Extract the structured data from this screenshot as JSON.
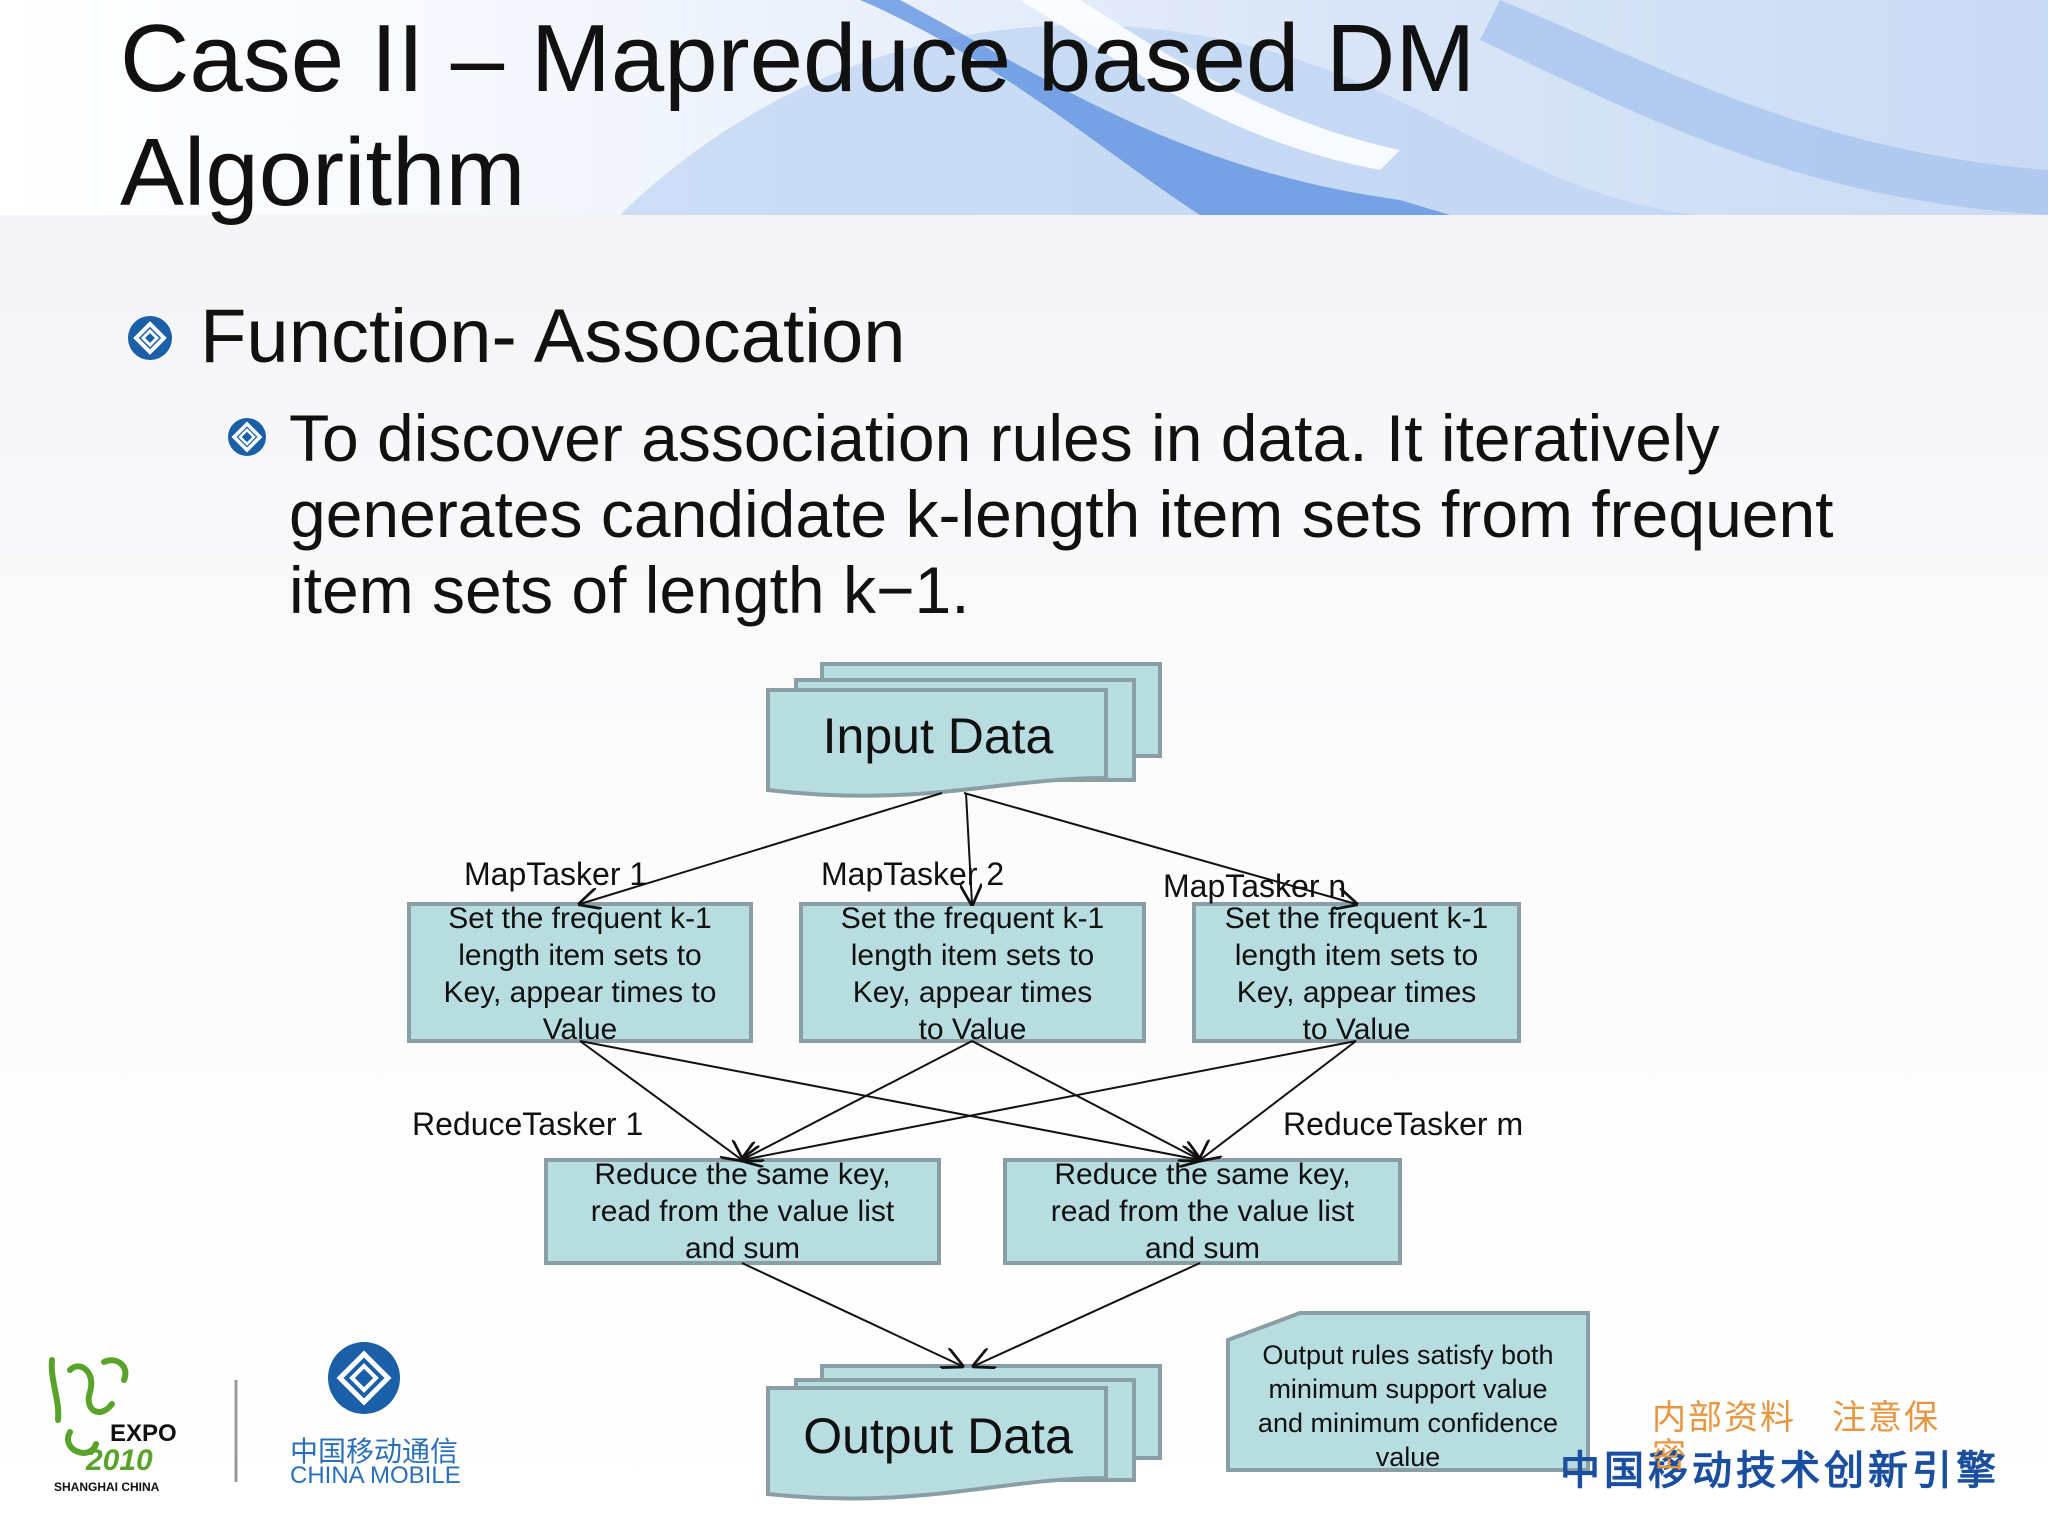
{
  "slide": {
    "title_line1": "Case II – Mapreduce based DM",
    "title_line2": "Algorithm",
    "bullet1": "Function- Assocation",
    "bullet2_line1": "To discover association rules in data. It iteratively",
    "bullet2_line2": "generates candidate k-length item sets from frequent",
    "bullet2_line3": "item sets of length k−1."
  },
  "diagram": {
    "input": "Input Data",
    "output": "Output Data",
    "map_labels": [
      "MapTasker 1",
      "MapTasker 2",
      "MapTasker n"
    ],
    "map_text": {
      "m1": [
        "Set the frequent k-1",
        "length item sets to",
        "Key,  appear times to",
        "Value"
      ],
      "m2": [
        "Set the frequent k-1",
        "length item sets to",
        "Key,  appear times",
        "to Value"
      ],
      "m3": [
        "Set the frequent k-1",
        "length item sets to",
        "Key,  appear times",
        "to Value"
      ]
    },
    "reduce_labels": [
      "ReduceTasker 1",
      "ReduceTasker m"
    ],
    "reduce_text": [
      "Reduce the same key,",
      "read from the value list",
      "and sum"
    ],
    "note": [
      "Output rules satisfy both",
      "minimum support value",
      "and minimum confidence",
      "value"
    ]
  },
  "footer": {
    "expo_text": "EXPO",
    "expo_year": "2010",
    "expo_sub": "SHANGHAI CHINA",
    "cm_cn": "中国移动通信",
    "cm_en": "CHINA MOBILE",
    "watermark_line1": "内部资料　注意保",
    "watermark_line2": "密",
    "slogan": "中国移动技术创新引擎"
  },
  "colors": {
    "box_fill": "#b8dde0",
    "box_stroke": "#8a9fa3",
    "bullet": "#1a5fa8"
  }
}
